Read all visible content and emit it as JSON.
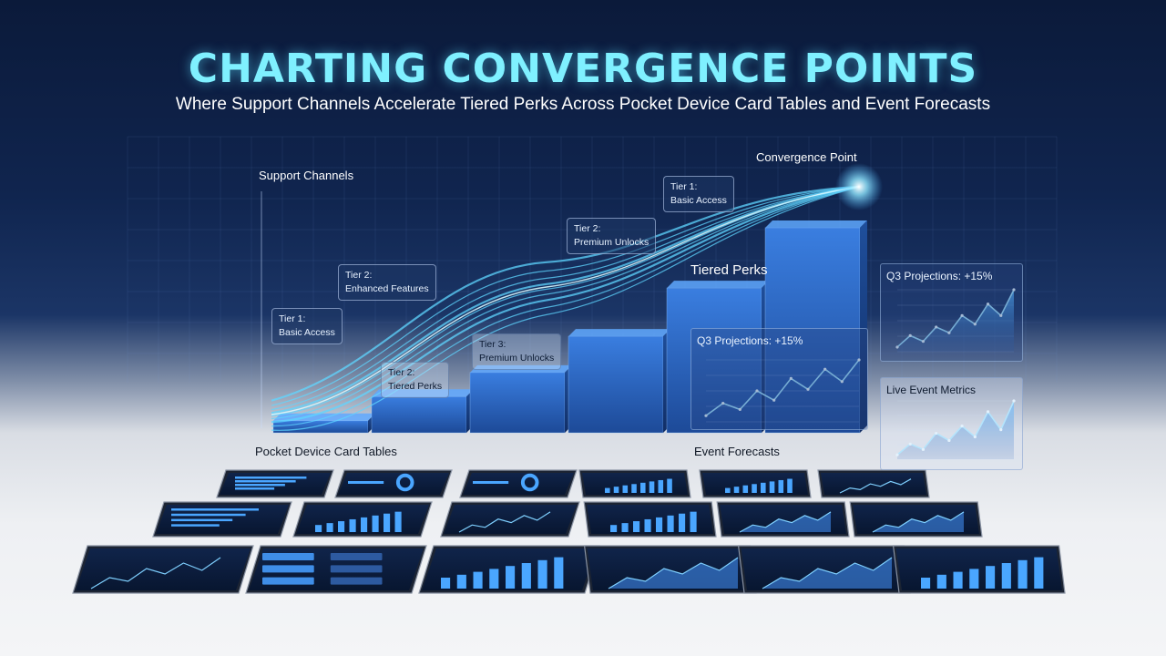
{
  "header": {
    "title": "CHARTING CONVERGENCE POINTS",
    "subtitle": "Where Support Channels Accelerate Tiered Perks Across Pocket Device Card Tables and Event Forecasts"
  },
  "colors": {
    "title": "#7ff0ff",
    "stream": "#5fd6ff",
    "bar_front": "#2f6fcb",
    "bar_top": "#5fa8ff",
    "background_top": "#0b1a3a",
    "background_bottom": "#f4f5f7"
  },
  "labels": {
    "support_channels": "Support Channels",
    "convergence_point": "Convergence Point",
    "tiered_perks": "Tiered Perks",
    "pocket_device_card_tables": "Pocket Device Card Tables",
    "event_forecasts": "Event Forecasts"
  },
  "callouts": [
    {
      "text": "Tier 1:\nBasic Access"
    },
    {
      "text": "Tier 2:\nEnhanced Features"
    },
    {
      "text": "Tier 2:\nTiered Perks"
    },
    {
      "text": "Tier 3:\nPremium Unlocks"
    },
    {
      "text": "Tier 2:\nPremium Unlocks"
    },
    {
      "text": "Tier 1:\nBasic Access"
    }
  ],
  "panels": {
    "q3_main": {
      "title": "Q3 Projections: +15%"
    },
    "q3_side": {
      "title": "Q3 Projections: +15%"
    },
    "live": {
      "title": "Live Event Metrics"
    }
  },
  "chart_data": [
    {
      "type": "bar",
      "categories": [
        "",
        "",
        "",
        "",
        "",
        ""
      ],
      "values": [
        1,
        3,
        5,
        8,
        12,
        17
      ],
      "series": [
        {
          "values": [
            1,
            3,
            5,
            8,
            12,
            17
          ]
        }
      ]
    },
    {
      "type": "line",
      "title": "Q3 Projections: +15%",
      "series": [
        {
          "values": [
            10,
            18,
            14,
            26,
            20,
            34,
            27,
            40,
            32,
            46
          ]
        }
      ]
    },
    {
      "type": "area",
      "title": "Q3 Projections: +15%",
      "series": [
        {
          "values": [
            8,
            16,
            12,
            22,
            18,
            30,
            24,
            38,
            30,
            48
          ]
        }
      ]
    },
    {
      "type": "area",
      "title": "Live Event Metrics",
      "series": [
        {
          "values": [
            6,
            12,
            9,
            18,
            14,
            22,
            16,
            30,
            20,
            36
          ]
        }
      ]
    }
  ],
  "devices": [
    {
      "content": "list"
    },
    {
      "content": "donut"
    },
    {
      "content": "donut"
    },
    {
      "content": "bars"
    },
    {
      "content": "bars"
    },
    {
      "content": "line"
    },
    {
      "content": "list"
    },
    {
      "content": "bars"
    },
    {
      "content": "line"
    },
    {
      "content": "bars"
    },
    {
      "content": "area"
    },
    {
      "content": "area"
    },
    {
      "content": "line"
    },
    {
      "content": "buttons"
    },
    {
      "content": "bars"
    },
    {
      "content": "area"
    },
    {
      "content": "area"
    },
    {
      "content": "bars"
    }
  ]
}
